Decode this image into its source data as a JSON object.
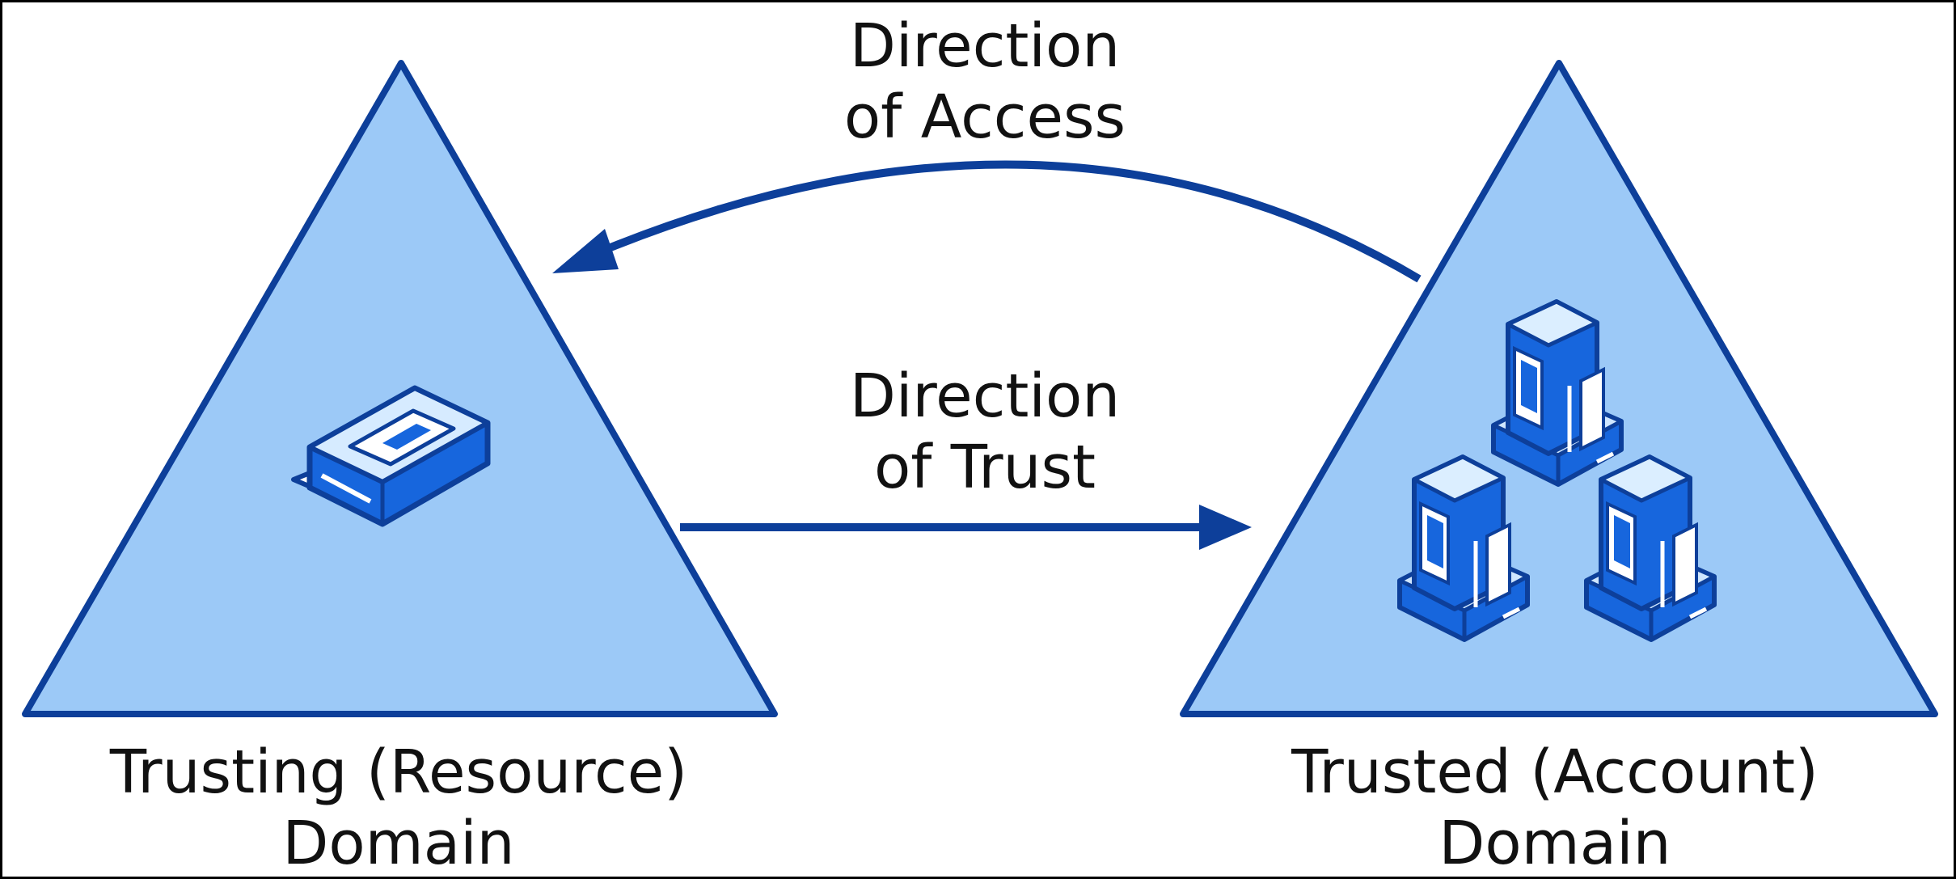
{
  "diagram": {
    "access": {
      "line1": "Direction",
      "line2": "of Access"
    },
    "trust": {
      "line1": "Direction",
      "line2": "of Trust"
    },
    "left_domain": {
      "line1": "Trusting (Resource)",
      "line2": "Domain",
      "icon": "shared-resource-icon"
    },
    "right_domain": {
      "line1": "Trusted (Account)",
      "line2": "Domain",
      "icon": "computer-icon"
    }
  },
  "colors": {
    "triangle_fill": "#9cc9f7",
    "stroke": "#0d3f9a",
    "icon_blue": "#1766dd",
    "text": "#111111"
  }
}
